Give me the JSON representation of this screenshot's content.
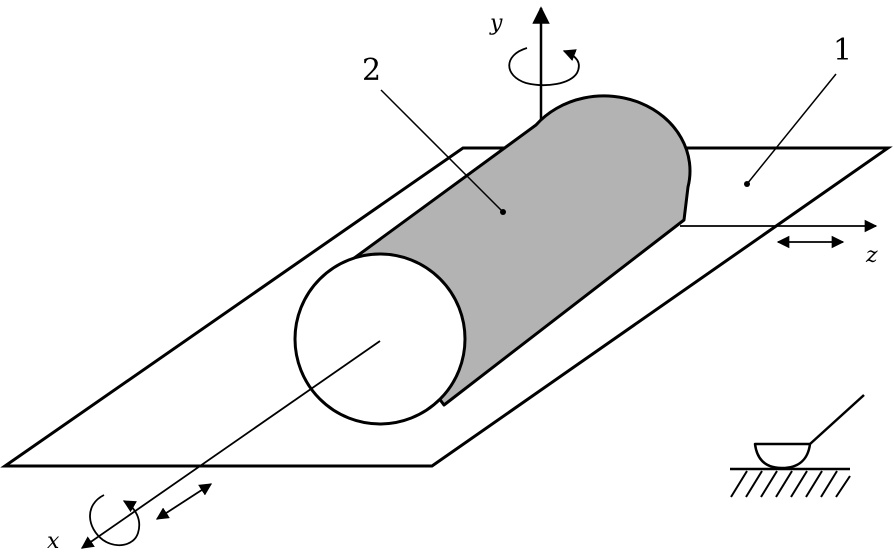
{
  "labels": {
    "part_1": "1",
    "part_2": "2",
    "axis_x": "x",
    "axis_y": "y",
    "axis_z": "z"
  },
  "colors": {
    "stroke": "#000000",
    "plate_fill": "#ffffff",
    "cylinder_body": "#b3b3b3",
    "cylinder_face": "#ffffff",
    "support_fill": "#ffffff"
  }
}
